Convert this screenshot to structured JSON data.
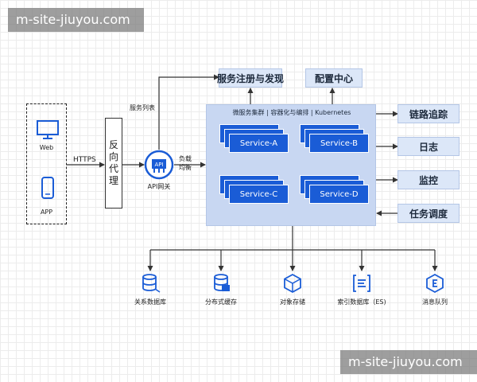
{
  "watermarks": [
    "m-site-jiuyou.com",
    "m-site-jiuyou.com"
  ],
  "clients": {
    "web": "Web",
    "app": "APP"
  },
  "protocol": "HTTPS",
  "proxy": [
    "反",
    "向",
    "代",
    "理"
  ],
  "gateway": {
    "label": "API网关",
    "icon_text": "API"
  },
  "service_list_label": "服务列表",
  "load_balance": [
    "负载",
    "均衡"
  ],
  "top_nodes": {
    "registry": "服务注册与发现",
    "config": "配置中心"
  },
  "cluster_title": "微服务集群 | 容器化与编排 | Kubernetes",
  "services": [
    "Service-A",
    "Service-B",
    "Service-C",
    "Service-D"
  ],
  "right_nodes": {
    "tracing": "链路追踪",
    "logs": "日志",
    "monitor": "监控",
    "scheduler": "任务调度"
  },
  "storage": [
    "关系数据库",
    "分布式缓存",
    "对象存储",
    "索引数据库（ES)",
    "消息队列"
  ],
  "icons": [
    "monitor-icon",
    "phone-icon",
    "api-gateway-icon",
    "database-icon",
    "cache-icon",
    "object-storage-icon",
    "es-icon",
    "queue-icon"
  ],
  "colors": {
    "service": "#1a5cd6",
    "panel": "#c8d7f2",
    "node": "#dce7f8",
    "line": "#333333"
  }
}
